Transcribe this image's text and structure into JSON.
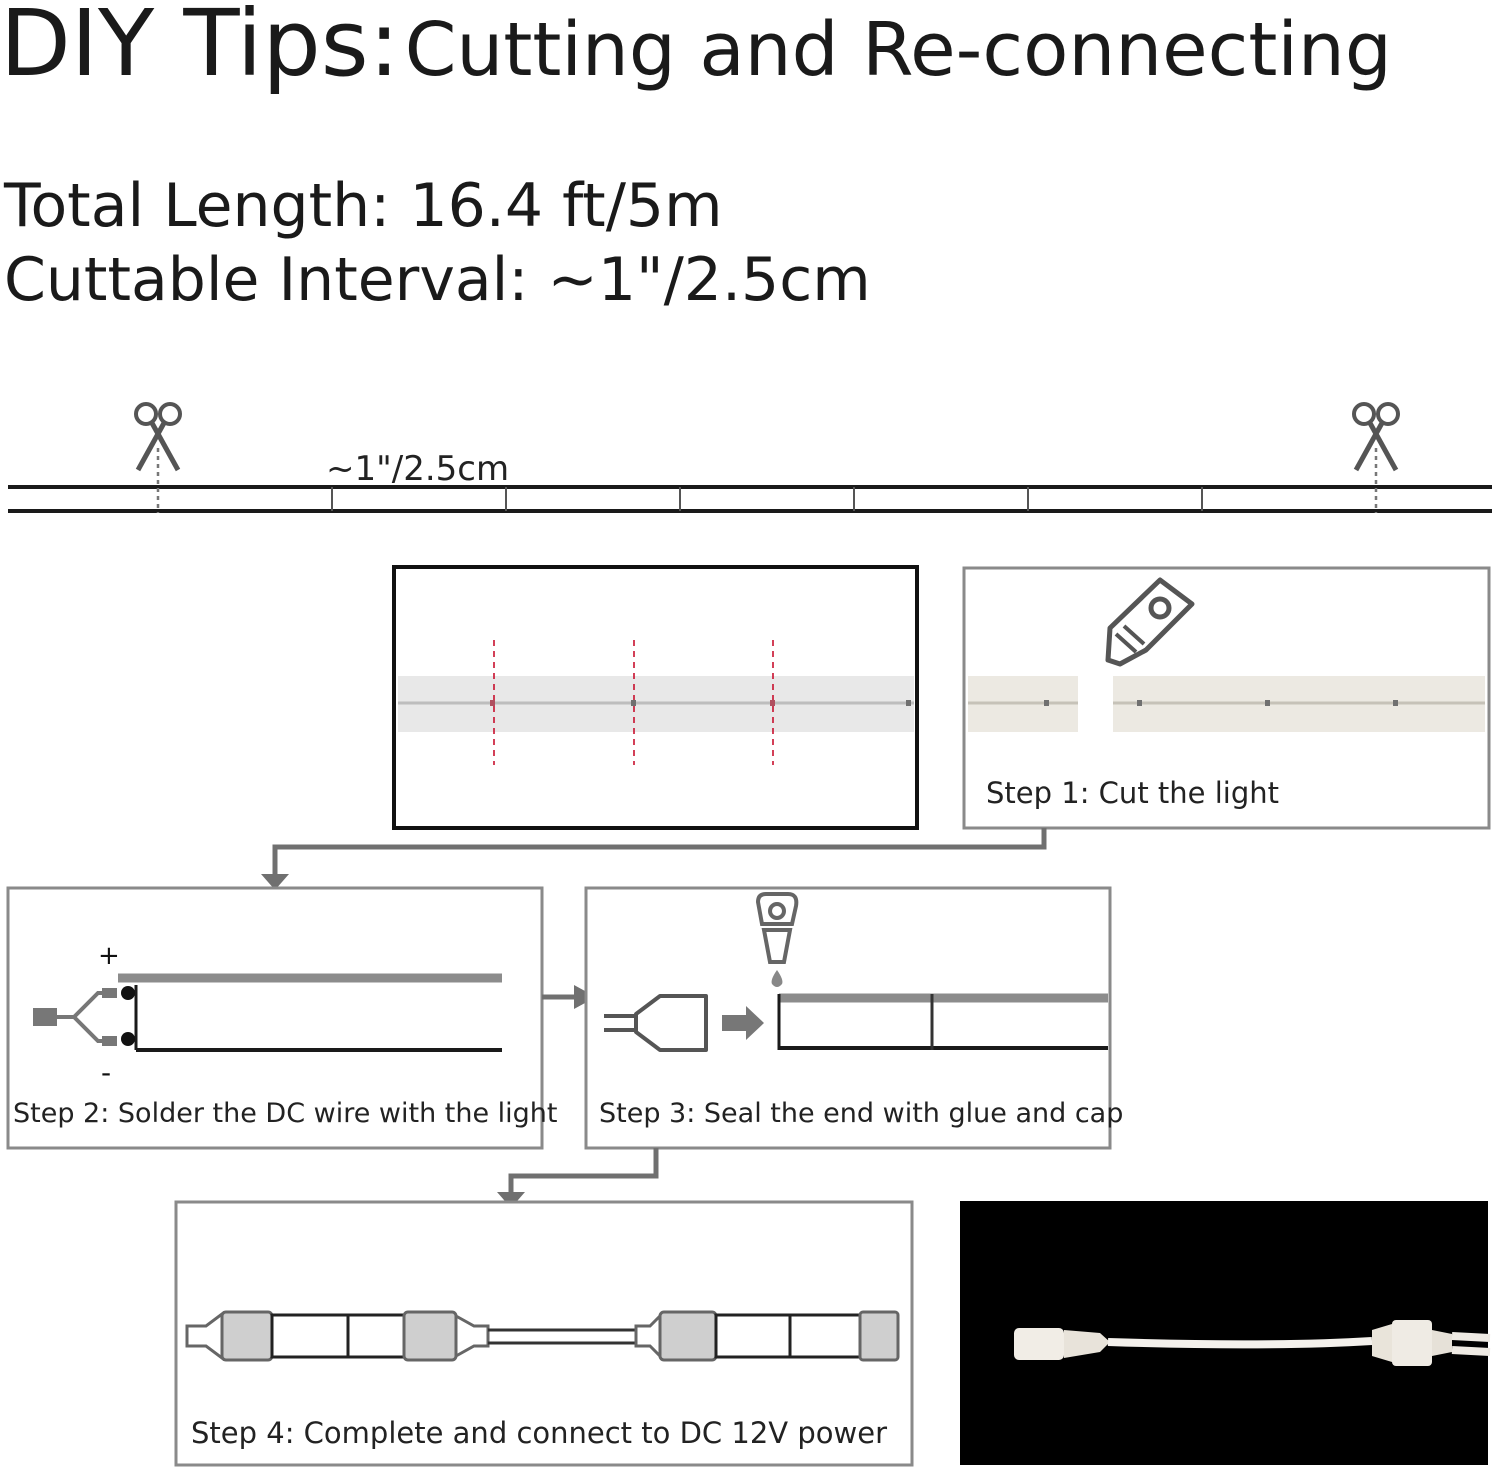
{
  "title": {
    "main": "DIY Tips:",
    "sub": "Cutting and Re-connecting"
  },
  "specs": {
    "total_length": "Total Length: 16.4 ft/5m",
    "cut_interval": "Cuttable Interval: ~1\"/2.5cm"
  },
  "ruler": {
    "interval_label": "~1\"/2.5cm",
    "cut_icons": [
      "scissors-icon",
      "scissors-icon"
    ]
  },
  "steps": {
    "step1": "Step 1: Cut the light",
    "step2": "Step 2: Solder the DC wire with the light",
    "step3": "Step 3: Seal the end with glue and cap",
    "step4": "Step 4: Complete and connect to DC 12V power"
  },
  "polarity": {
    "plus": "+",
    "minus": "-"
  },
  "icons": {
    "cutter": "utility-knife-icon",
    "glue": "glue-dropper-icon",
    "arrow": "right-arrow-icon"
  },
  "colors": {
    "ink": "#1a1a1a",
    "frame_gray": "#707070",
    "strip_fill": "#e6e6e6",
    "cut_line": "#c8102e",
    "photo_bg": "#000000"
  }
}
